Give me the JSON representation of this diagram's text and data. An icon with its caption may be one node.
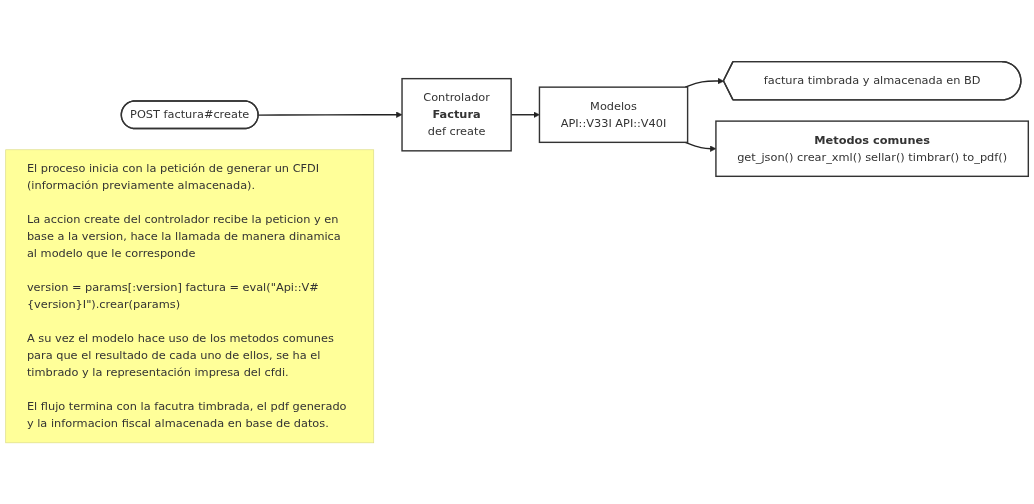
{
  "diagram": {
    "nodes": [
      {
        "text": [
          "POST factura#create"
        ]
      },
      {
        "text": [
          "Controlador",
          "Factura",
          "def create"
        ]
      },
      {
        "text": [
          "Modelos",
          "API::V33I API::V40I"
        ]
      },
      {
        "text": [
          "factura timbrada y almacenada en BD"
        ]
      },
      {
        "text": [
          "Metodos comunes",
          "get_json() crear_xml() sellar() timbrar() to_pdf()"
        ]
      },
      {
        "text": [
          "El proceso inicia con la petición de generar un CFDI (información previamente almacenada).",
          "La accion create del controlador recibe la peticion y en base a la version, hace la llamada de manera dinamica al modelo que le corresponde",
          "version = params[:version] factura = eval(\"Api::V#{version}I\").crear(params)",
          "A su vez el modelo hace uso de los metodos comunes para que el resultado de cada uno de ellos, se ha el timbrado y la representación impresa del cfdi.",
          "El flujo termina con la facutra timbrada, el pdf generado y la informacion fiscal almacenada en base de datos."
        ]
      }
    ],
    "edges": [
      {
        "from": 0,
        "to": 1,
        "arrow": "to"
      },
      {
        "from": 1,
        "to": 2,
        "arrow": "to"
      },
      {
        "from": 2,
        "to": 3,
        "arrow": "to"
      },
      {
        "from": 2,
        "to": 4,
        "arrow": "to"
      }
    ]
  }
}
